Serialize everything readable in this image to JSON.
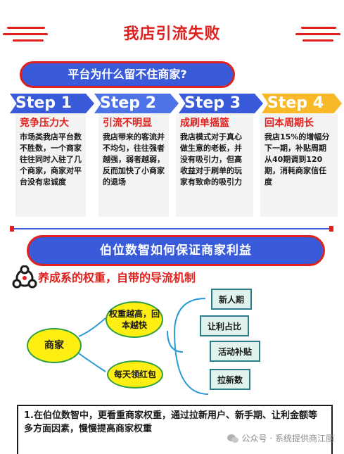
{
  "title": "我店引流失败",
  "question_pill": "平台为什么留不住商家?",
  "steps": [
    {
      "label": "Step 1",
      "heading": "竞争压力大",
      "body": "市场类我店平台数不胜数，一个商家往往同时入驻了几个商家，商家对平台没有忠诚度",
      "color": "#3a5bd9"
    },
    {
      "label": "Step 2",
      "heading": "引流不明显",
      "body": "我店带来的客流并不均匀，往往强者越强，弱者越弱，反而加快了小商家的退场",
      "color": "#4d73e6"
    },
    {
      "label": "Step 3",
      "heading": "成刷单摇篮",
      "body": "我店模式对于真心做生意的老板，并没有吸引力，但高收益对于刷单的玩家有致命的吸引力",
      "color": "#3a5bd9"
    },
    {
      "label": "Step 4",
      "heading": "回本周期长",
      "body": "我店15%的增幅分下一期，补贴周期从40期调到120期，消耗商家信任度",
      "color": "#f7b928"
    }
  ],
  "how_pill": "伯位数智如何保证商家利益",
  "mechanism_title": "养成系的权重，自带的导流机制",
  "diagram": {
    "root": "商家",
    "branch_top": "权重越高，回本越快",
    "branch_bottom": "每天领红包",
    "leaves": [
      "新人期",
      "让利占比",
      "活动补贴",
      "拉新数"
    ]
  },
  "note": "1.在伯位数智中，更看重商家权重，通过拉新用户、新手期、让利金额等多方面因素，慢慢提高商家权重",
  "watermark": "公众号 · 系统提供商江丽",
  "colors": {
    "accent_red": "#e0201c",
    "pill_blue": "#3a5bd9",
    "oval_yellow": "#ffee11",
    "box_teal": "#dff2ee"
  }
}
